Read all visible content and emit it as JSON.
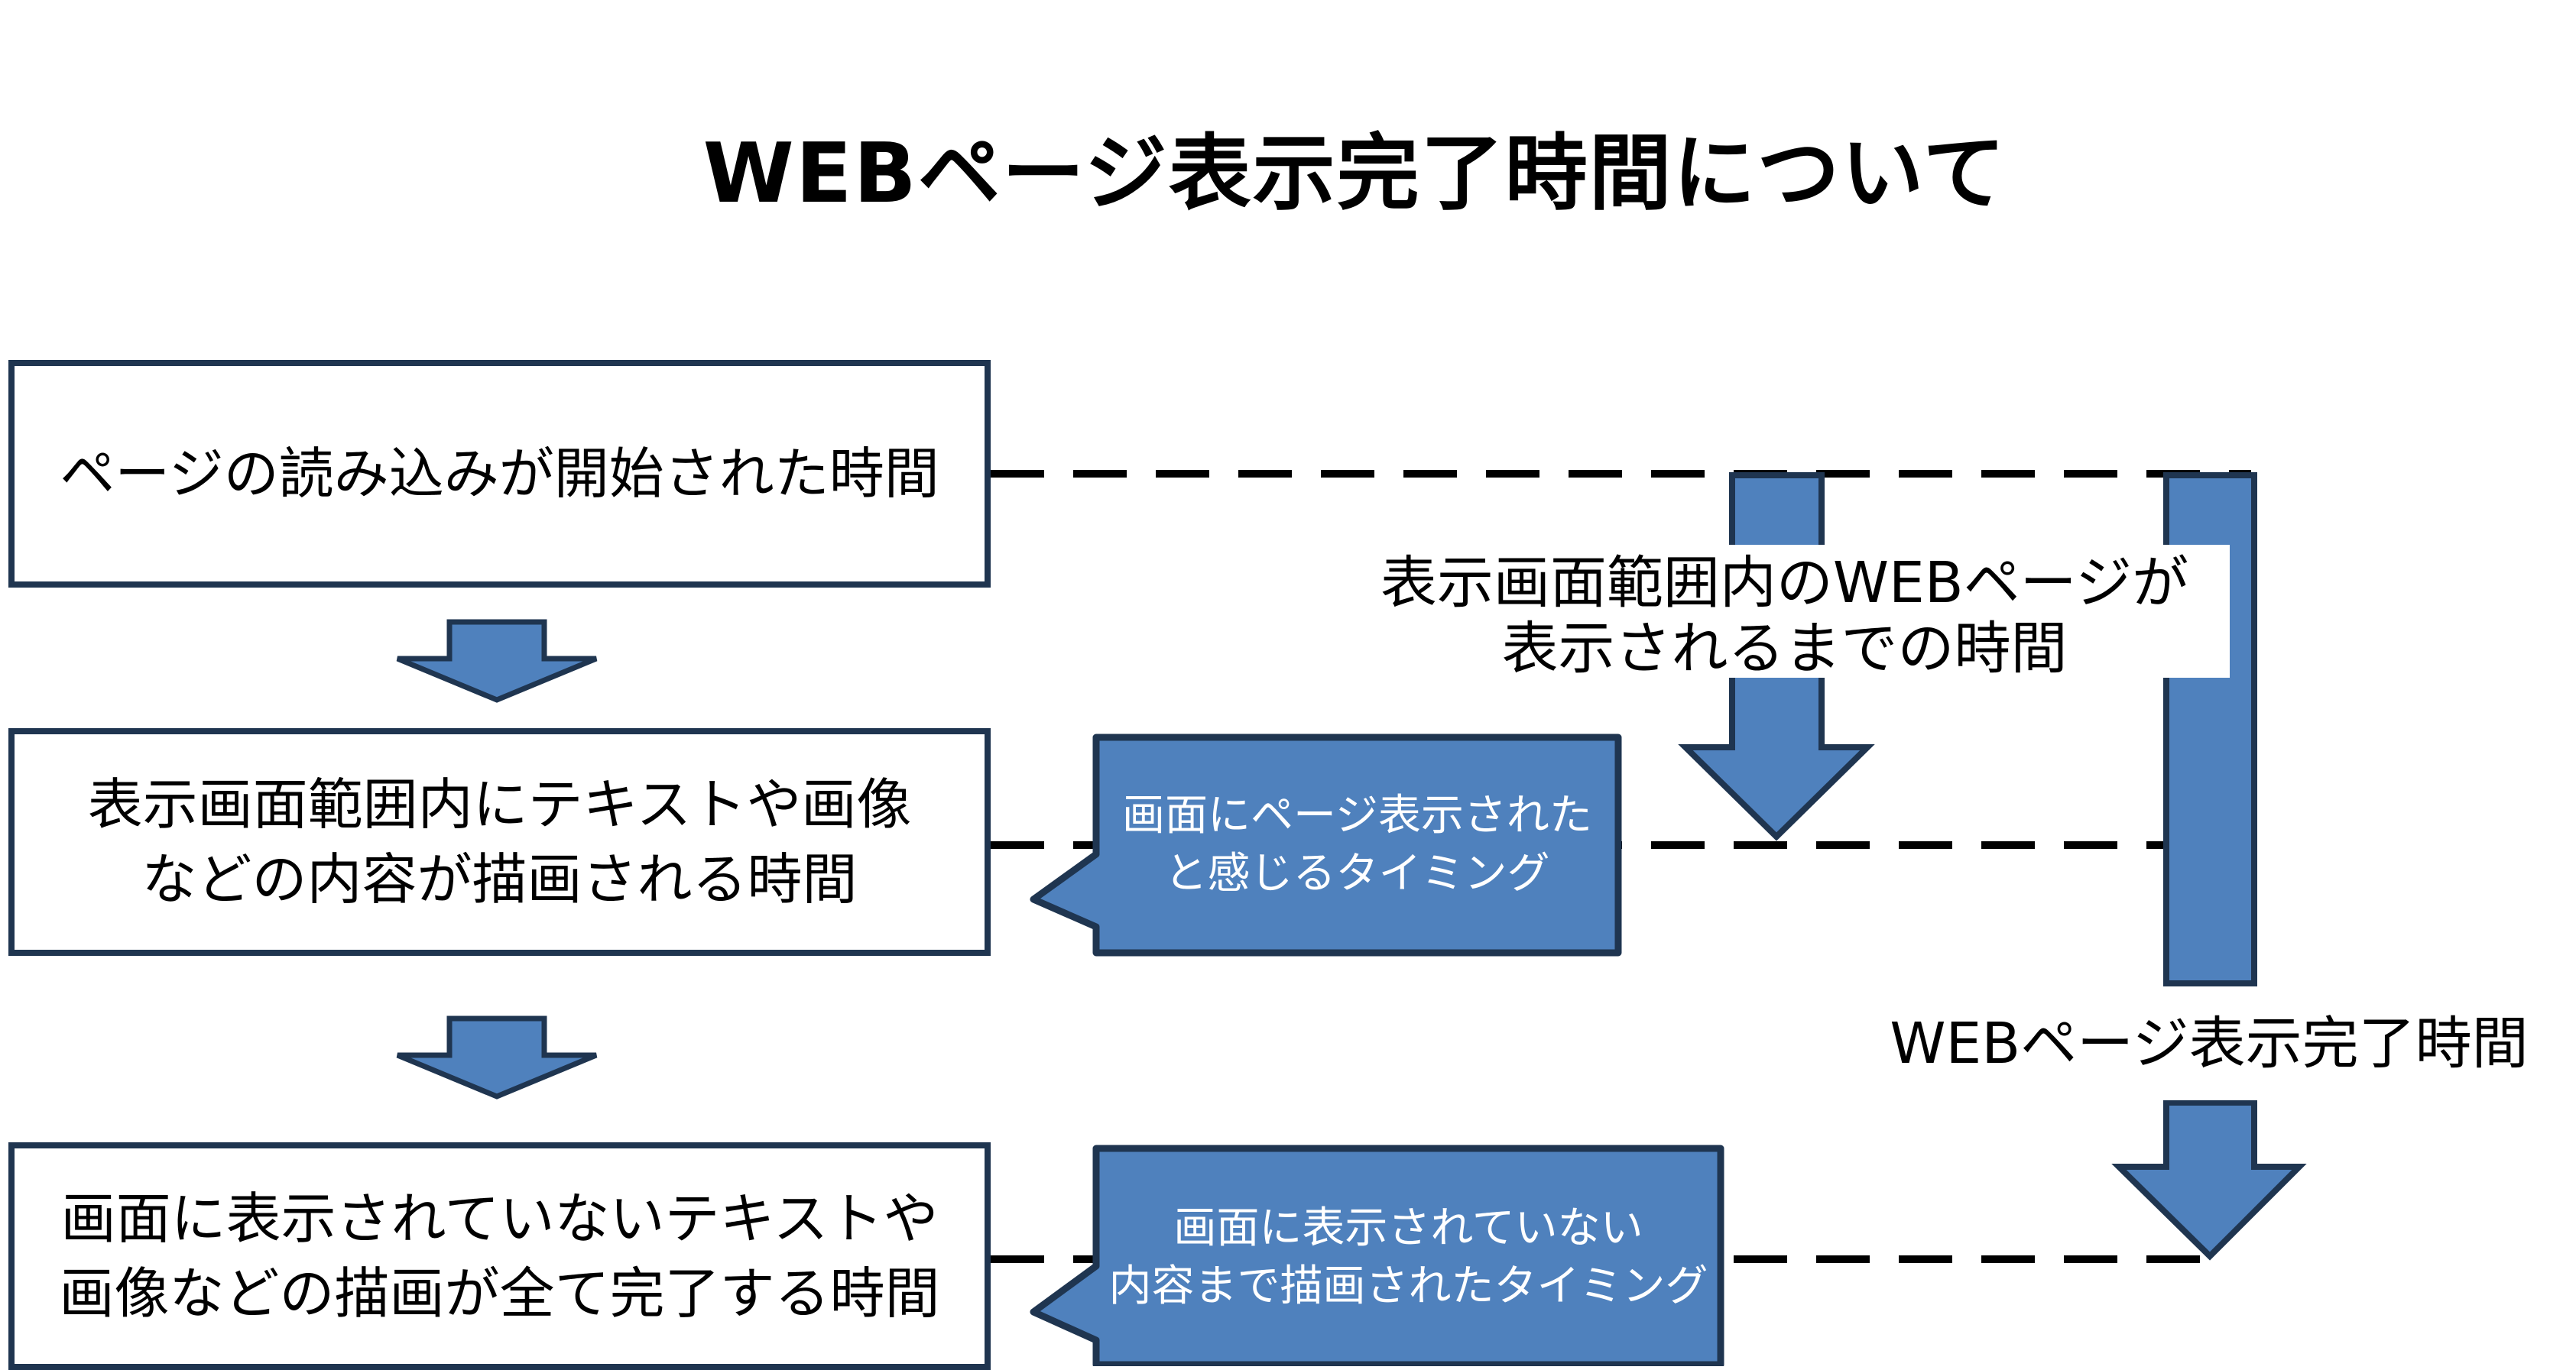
{
  "title": "WEBページ表示完了時間について",
  "colors": {
    "shape_fill": "#4f81bd",
    "shape_stroke": "#1f3550",
    "box_fill": "#ffffff",
    "dash_line": "#000000",
    "text_dark": "#000000",
    "text_light": "#ffffff"
  },
  "steps": [
    {
      "lines": [
        "ページの読み込みが開始された時間"
      ]
    },
    {
      "lines": [
        "表示画面範囲内にテキストや画像",
        "などの内容が描画される時間"
      ]
    },
    {
      "lines": [
        "画面に表示されていないテキストや",
        "画像などの描画が全て完了する時間"
      ]
    }
  ],
  "callouts": [
    {
      "lines": [
        "画面にページ表示された",
        "と感じるタイミング"
      ]
    },
    {
      "lines": [
        "画面に表示されていない",
        "内容まで描画されたタイミング"
      ]
    }
  ],
  "spans": [
    {
      "lines": [
        "表示画面範囲内のWEBページが",
        "表示されるまでの時間"
      ]
    },
    {
      "lines": [
        "WEBページ表示完了時間"
      ]
    }
  ]
}
